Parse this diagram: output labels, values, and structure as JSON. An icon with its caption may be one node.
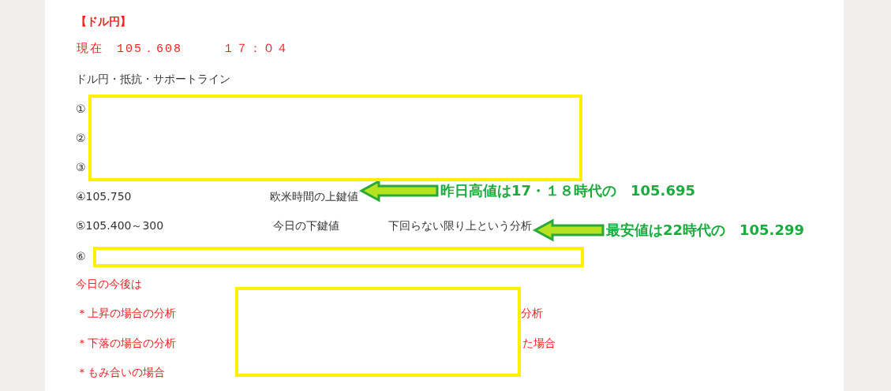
{
  "diagram": {
    "nodes": [
      {
        "text": [
          "欧米時間の上鍵値"
        ]
      },
      {
        "text": [
          "昨日高値は17・１８時代の　105.695"
        ]
      },
      {
        "text": [
          "下回らない限り上という分析"
        ]
      },
      {
        "text": [
          "最安値は22時代の　105.299"
        ]
      },
      {
        "text": [],
        "shape": "box"
      },
      {
        "text": [],
        "shape": "box"
      },
      {
        "text": [],
        "shape": "box"
      }
    ],
    "edges": [
      {
        "from": 1,
        "to": 0,
        "arrow": "to"
      },
      {
        "from": 3,
        "to": 2,
        "arrow": "to"
      }
    ],
    "labels": [
      "【ドル円】",
      "現在　105．608　　　１７：０４",
      "ドル円・抵抗・サポートライン",
      "①",
      "②",
      "③",
      "④105.750",
      "⑤105.400～300",
      "今日の下鍵値",
      "⑥",
      "今日の今後は",
      "＊上昇の場合の分析",
      "分析",
      "＊下落の場合の分析",
      "た場合",
      "＊もみ合いの場合"
    ]
  }
}
